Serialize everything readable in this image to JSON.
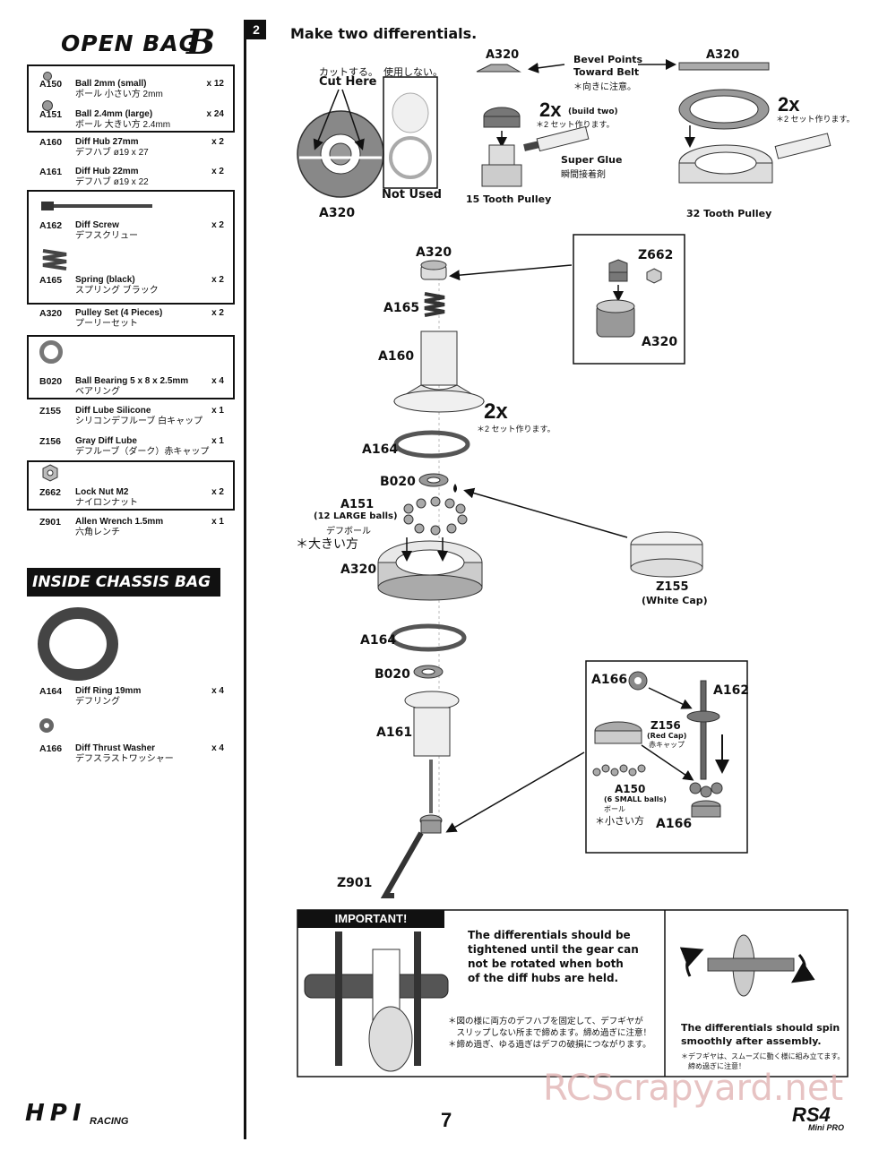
{
  "left_panel": {
    "open_bag_title": "OPEN BAG",
    "open_bag_letter": "B",
    "parts": [
      {
        "code": "A150",
        "name": "Ball 2mm (small)",
        "ja": "ボール 小さい方 2mm",
        "qty": "x 12"
      },
      {
        "code": "A151",
        "name": "Ball 2.4mm (large)",
        "ja": "ボール 大きい方 2.4mm",
        "qty": "x 24"
      },
      {
        "code": "A160",
        "name": "Diff Hub 27mm",
        "ja": "デフハブ ø19 x 27",
        "qty": "x 2"
      },
      {
        "code": "A161",
        "name": "Diff Hub 22mm",
        "ja": "デフハブ ø19 x 22",
        "qty": "x 2"
      },
      {
        "code": "A162",
        "name": "Diff Screw",
        "ja": "デフスクリュー",
        "qty": "x 2"
      },
      {
        "code": "A165",
        "name": "Spring (black)",
        "ja": "スプリング ブラック",
        "qty": "x 2"
      },
      {
        "code": "A320",
        "name": "Pulley Set (4 Pieces)",
        "ja": "プーリーセット",
        "qty": "x 2"
      },
      {
        "code": "B020",
        "name": "Ball Bearing 5 x 8 x 2.5mm",
        "ja": "ベアリング",
        "qty": "x 4"
      },
      {
        "code": "Z155",
        "name": "Diff Lube Silicone",
        "ja": "シリコンデフルーブ 白キャップ",
        "qty": "x 1"
      },
      {
        "code": "Z156",
        "name": "Gray Diff Lube",
        "ja": "デフルーブ（ダーク）赤キャップ",
        "qty": "x 1"
      },
      {
        "code": "Z662",
        "name": "Lock Nut M2",
        "ja": "ナイロンナット",
        "qty": "x 2"
      },
      {
        "code": "Z901",
        "name": "Allen Wrench 1.5mm",
        "ja": "六角レンチ",
        "qty": "x 1"
      }
    ],
    "inside_chassis_title": "INSIDE CHASSIS BAG",
    "chassis_parts": [
      {
        "code": "A164",
        "name": "Diff Ring 19mm",
        "ja": "デフリング",
        "qty": "x 4"
      },
      {
        "code": "A166",
        "name": "Diff Thrust Washer",
        "ja": "デフスラストワッシャー",
        "qty": "x 4"
      }
    ]
  },
  "step": {
    "number": "2",
    "title": "Make two differentials."
  },
  "top_section": {
    "cut_here_ja": "カットする。",
    "cut_here": "Cut Here",
    "not_used_ja": "使用しない。",
    "not_used": "Not Used",
    "a320_left": "A320",
    "a320_small": "A320",
    "a320_right": "A320",
    "bevel_line1": "Bevel Points",
    "bevel_line2": "Toward Belt",
    "bevel_ja": "＊向きに注意。",
    "twox_small": "2x",
    "build_two": "(build two)",
    "build_two_ja": "＊2 セット作ります。",
    "super_glue": "Super Glue",
    "super_glue_ja": "瞬間接着剤",
    "pulley15": "15 Tooth Pulley",
    "twox_large": "2x",
    "twox_large_ja": "＊2 セット作ります。",
    "pulley32": "32 Tooth Pulley"
  },
  "main_labels": {
    "a320_top": "A320",
    "a165": "A165",
    "a160": "A160",
    "twox": "2x",
    "twox_ja": "＊2 セット作ります。",
    "a164_top": "A164",
    "b020_top": "B020",
    "a151": "A151",
    "a151_sub": "(12 LARGE balls)",
    "a151_ja": "デフボール",
    "a151_ja2": "＊大きい方",
    "a320_gear": "A320",
    "z155": "Z155",
    "z155_sub": "(White Cap)",
    "a164_bottom": "A164",
    "b020_bottom": "B020",
    "a161": "A161",
    "z901": "Z901",
    "inset_z662": "Z662",
    "inset_a320": "A320",
    "inset_a166": "A166",
    "inset_a162": "A162",
    "inset_z156": "Z156",
    "inset_z156_sub": "(Red Cap)",
    "inset_z156_ja": "赤キャップ",
    "inset_a150": "A150",
    "inset_a150_sub": "(6 SMALL balls)",
    "inset_a150_ja": "ボール",
    "inset_a150_ja2": "＊小さい方",
    "inset_a166_bottom": "A166"
  },
  "important": {
    "heading": "IMPORTANT!",
    "text_lines": [
      "The differentials should be",
      "tightened until the gear can",
      "not be rotated when both",
      "of the diff hubs are held."
    ],
    "ja_lines": [
      "＊図の様に両方のデフハブを固定して、デフギヤが",
      "　スリップしない所まで締めます。締め過ぎに注意！",
      "＊締め過ぎ、ゆる過ぎはデフの破損につながります。"
    ],
    "right_lines": [
      "The differentials should spin",
      "smoothly after assembly."
    ],
    "right_ja_lines": [
      "＊デフギヤは、スムーズに動く様に組み立てます。",
      "　締め過ぎに注意！"
    ]
  },
  "footer": {
    "page_number": "7",
    "watermark": "RCScrapyard.net",
    "brand_logo": "HPI",
    "brand_sub": "RACING",
    "product_logo": "RS4",
    "product_sub": "Mini PRO"
  }
}
